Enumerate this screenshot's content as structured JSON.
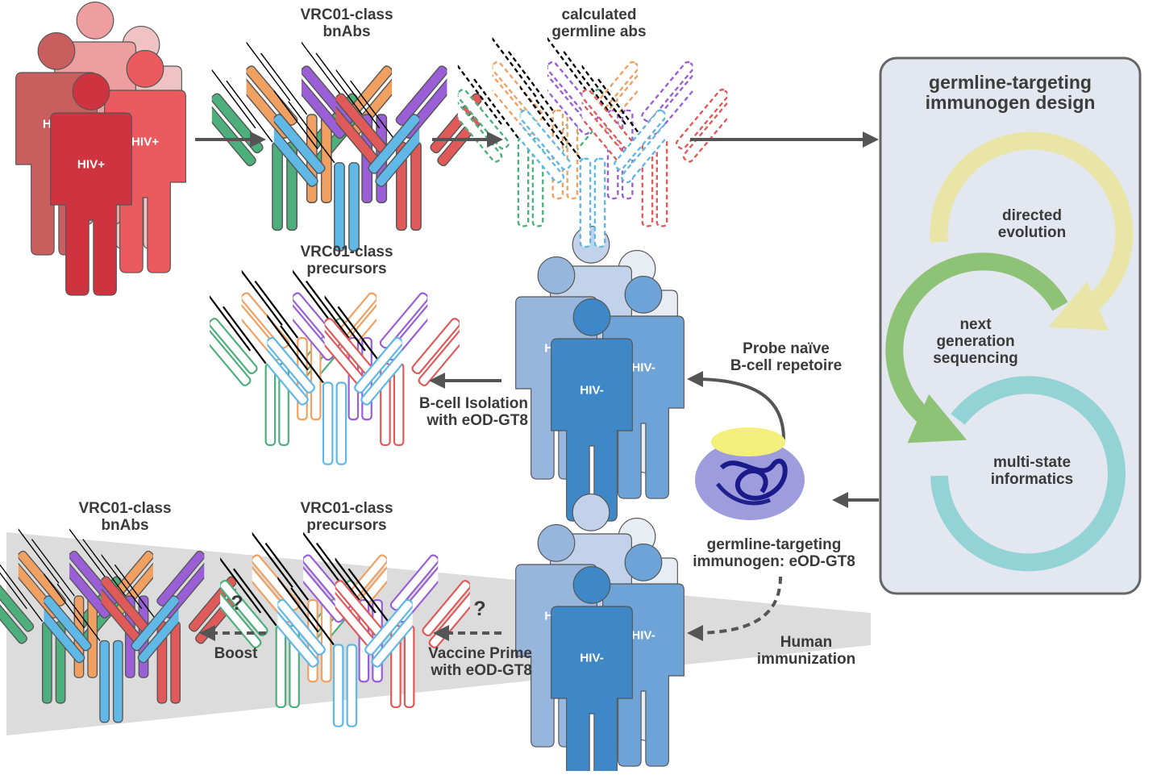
{
  "labels": {
    "bnabs_top": [
      "VRC01-class",
      "bnAbs"
    ],
    "germline": [
      "calculated",
      "germline abs"
    ],
    "panel_title": [
      "germline-targeting",
      "immunogen design"
    ],
    "directed": [
      "directed",
      "evolution"
    ],
    "ngs": [
      "next",
      "generation",
      "sequencing"
    ],
    "multistate": [
      "multi-state",
      "informatics"
    ],
    "precursors_mid": [
      "VRC01-class",
      "precursors"
    ],
    "isolation": [
      "B-cell Isolation",
      "with eOD-GT8"
    ],
    "probe": [
      "Probe naïve",
      "B-cell repetoire"
    ],
    "immunogen": [
      "germline-targeting",
      "immunogen: eOD-GT8"
    ],
    "human_imm": [
      "Human",
      "immunization"
    ],
    "bnabs_bottom": [
      "VRC01-class",
      "bnAbs"
    ],
    "precursors_bottom": [
      "VRC01-class",
      "precursors"
    ],
    "vaccine": [
      "Vaccine Prime",
      "with eOD-GT8"
    ],
    "boost": "Boost",
    "question": "?"
  },
  "groups": {
    "hiv_pos": "HIV+",
    "hiv_neg": "HIV-"
  },
  "colors": {
    "green": "#4daf7c",
    "orange": "#f0a060",
    "purple": "#9a5fd6",
    "red": "#e05a5a",
    "blue": "#5fb8e6",
    "arrow": "#555555",
    "panel_bg": "#e3e7ef",
    "panel_border": "#666666",
    "cycle_yellow": "#e8e5a6",
    "cycle_green": "#8dc277",
    "cycle_teal": "#93d3d6"
  }
}
